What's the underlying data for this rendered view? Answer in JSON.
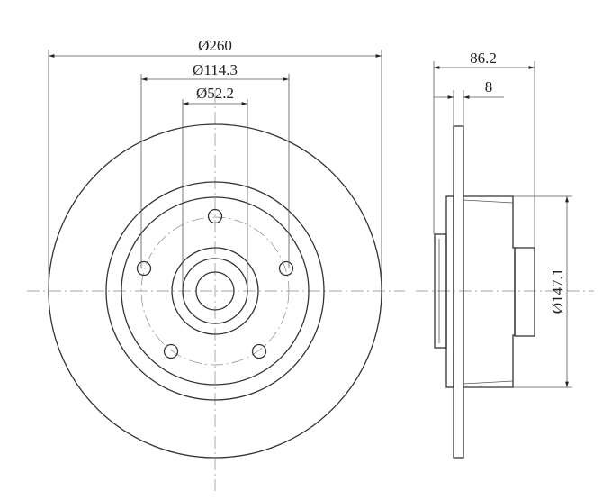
{
  "front_view": {
    "outer_diameter": "Ø260",
    "bolt_circle_diameter": "Ø114.3",
    "center_bore_diameter": "Ø52.2",
    "bolt_holes": 5
  },
  "side_view": {
    "overall_height": "86.2",
    "disc_thickness": "8",
    "hub_diameter": "Ø147.1"
  }
}
